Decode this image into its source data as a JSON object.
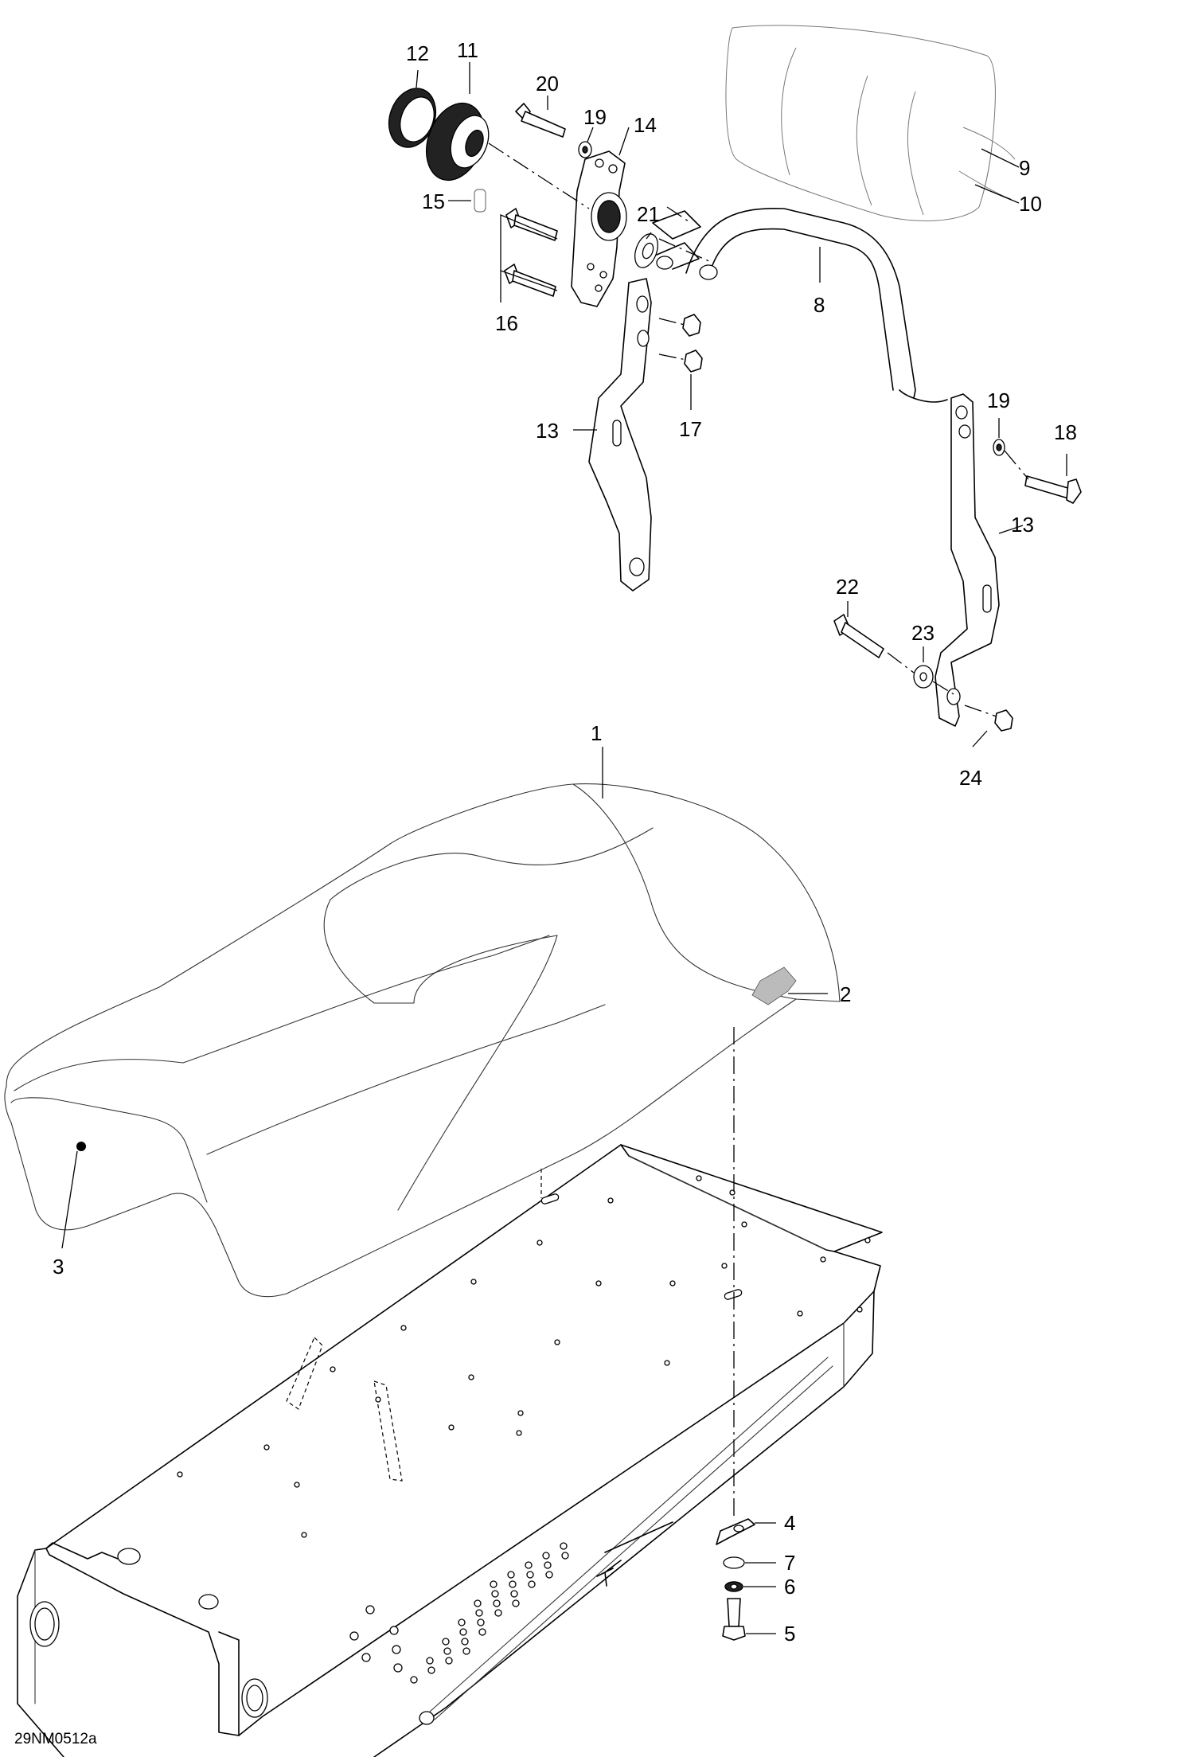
{
  "callouts": [
    {
      "number": "1"
    },
    {
      "number": "2"
    },
    {
      "number": "3"
    },
    {
      "number": "4"
    },
    {
      "number": "5"
    },
    {
      "number": "6"
    },
    {
      "number": "7"
    },
    {
      "number": "8"
    },
    {
      "number": "9"
    },
    {
      "number": "10"
    },
    {
      "number": "11"
    },
    {
      "number": "12"
    },
    {
      "number": "13"
    },
    {
      "number": "13"
    },
    {
      "number": "14"
    },
    {
      "number": "15"
    },
    {
      "number": "16"
    },
    {
      "number": "17"
    },
    {
      "number": "18"
    },
    {
      "number": "19"
    },
    {
      "number": "19"
    },
    {
      "number": "20"
    },
    {
      "number": "21"
    },
    {
      "number": "22"
    },
    {
      "number": "23"
    },
    {
      "number": "24"
    }
  ],
  "drawing_id": "29NM0512a"
}
